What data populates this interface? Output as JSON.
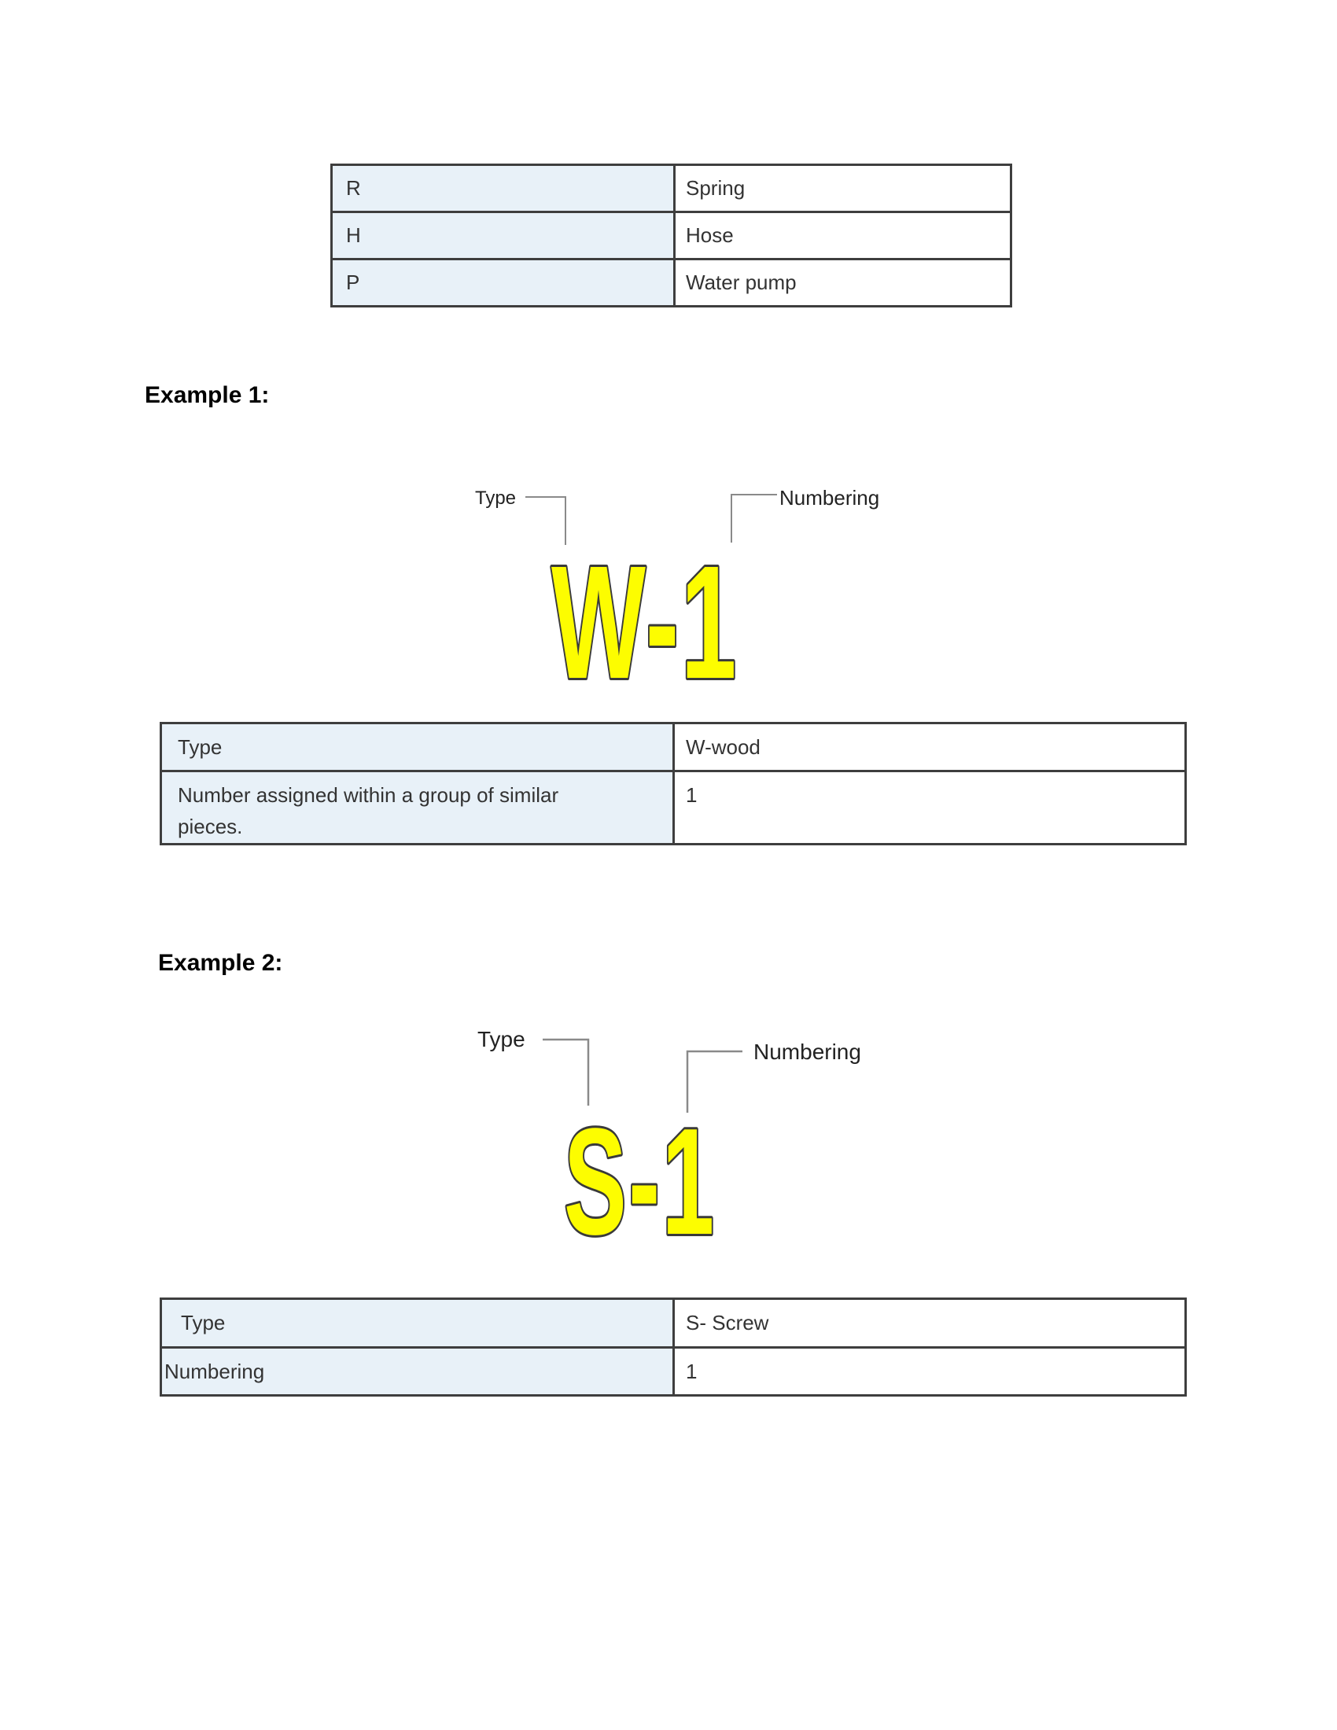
{
  "colors": {
    "key_cell_bg": "#e8f1f8",
    "table_border": "#3e3e3e",
    "cell_text": "#333333",
    "code_fill_yellow": "#fdfd00",
    "code_outline": "#3a3a3a",
    "pointer_line": "#8a8a8a"
  },
  "legend_table": {
    "rows": [
      {
        "code": "R",
        "name": "Spring"
      },
      {
        "code": "H",
        "name": "Hose"
      },
      {
        "code": "P",
        "name": "Water pump"
      }
    ]
  },
  "example1": {
    "heading": "Example 1:",
    "diagram": {
      "type_label": "Type",
      "numbering_label": "Numbering",
      "code": "W-1"
    },
    "table": {
      "rows": [
        {
          "key": "Type",
          "value": "W-wood"
        },
        {
          "key": "Number assigned within a group of similar pieces.",
          "value": "1"
        }
      ]
    }
  },
  "example2": {
    "heading": "Example 2:",
    "diagram": {
      "type_label": "Type",
      "numbering_label": "Numbering",
      "code": "S-1"
    },
    "table": {
      "rows": [
        {
          "key": "Type",
          "value": "S- Screw"
        },
        {
          "key": "Numbering",
          "value": "1"
        }
      ]
    }
  }
}
